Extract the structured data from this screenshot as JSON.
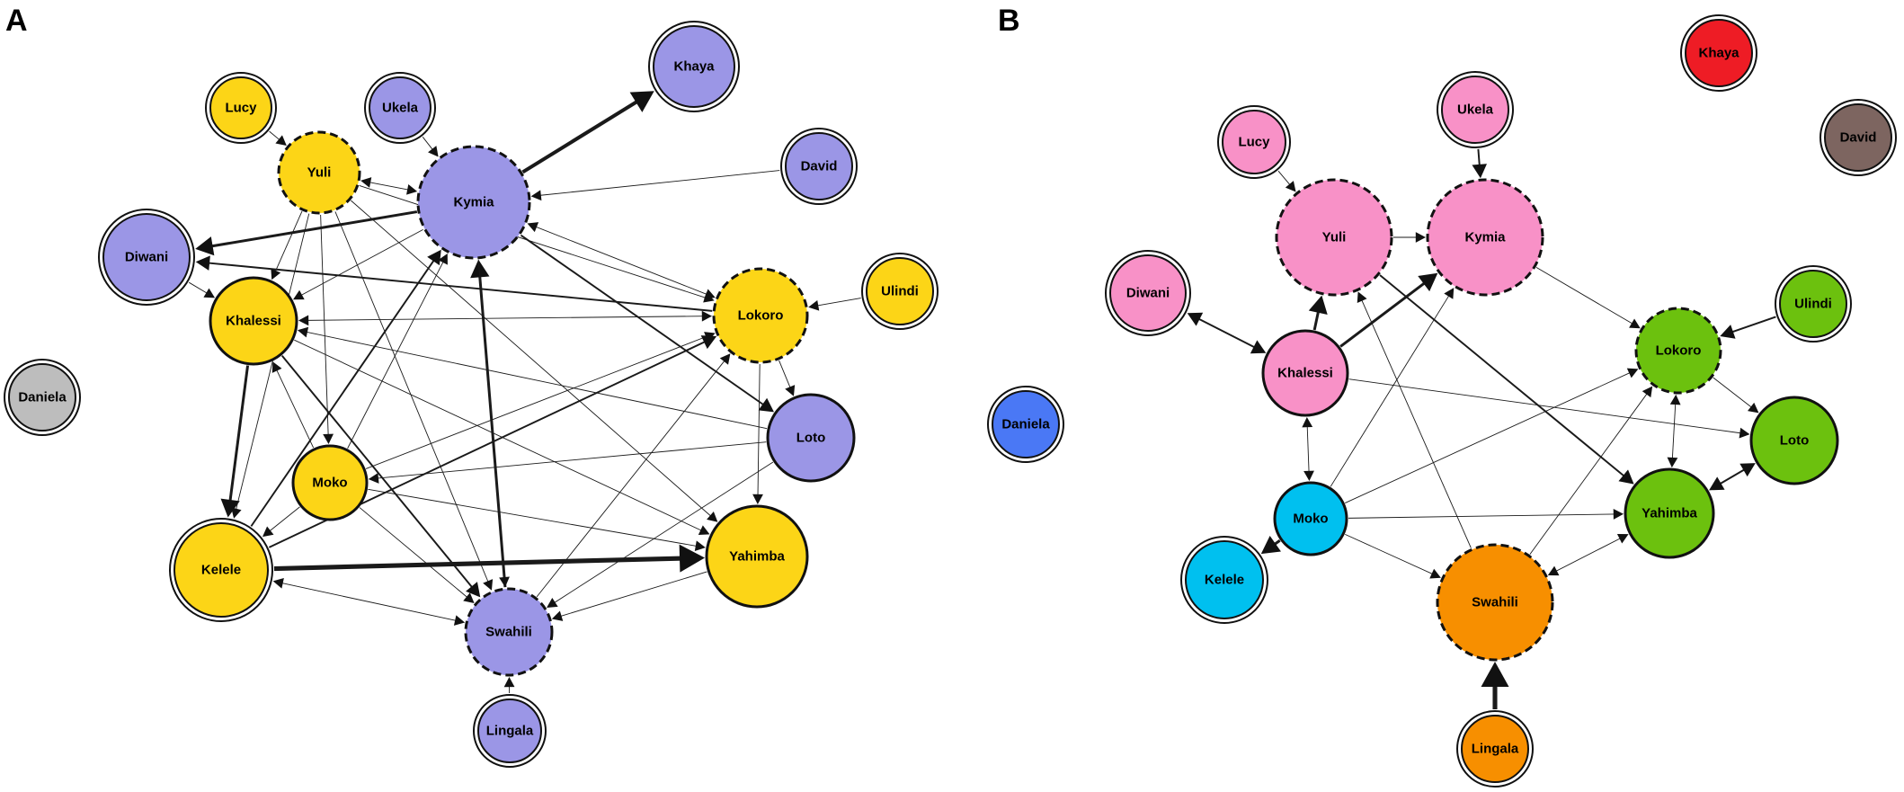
{
  "panels": [
    {
      "label": "A",
      "nodes": [
        {
          "id": "Khaya",
          "color": "#9b96e6",
          "border": "double"
        },
        {
          "id": "Lucy",
          "color": "#fcd517",
          "border": "double"
        },
        {
          "id": "Ukela",
          "color": "#9b96e6",
          "border": "double"
        },
        {
          "id": "Yuli",
          "color": "#fcd517",
          "border": "dashed"
        },
        {
          "id": "Kymia",
          "color": "#9b96e6",
          "border": "dashed"
        },
        {
          "id": "David",
          "color": "#9b96e6",
          "border": "double"
        },
        {
          "id": "Diwani",
          "color": "#9b96e6",
          "border": "double"
        },
        {
          "id": "Khalessi",
          "color": "#fcd517",
          "border": "solid"
        },
        {
          "id": "Lokoro",
          "color": "#fcd517",
          "border": "dashed"
        },
        {
          "id": "Ulindi",
          "color": "#fcd517",
          "border": "double"
        },
        {
          "id": "Daniela",
          "color": "#bdbdbd",
          "border": "double"
        },
        {
          "id": "Loto",
          "color": "#9b96e6",
          "border": "solid"
        },
        {
          "id": "Moko",
          "color": "#fcd517",
          "border": "solid"
        },
        {
          "id": "Kelele",
          "color": "#fcd517",
          "border": "double"
        },
        {
          "id": "Yahimba",
          "color": "#fcd517",
          "border": "solid"
        },
        {
          "id": "Swahili",
          "color": "#9b96e6",
          "border": "dashed"
        },
        {
          "id": "Lingala",
          "color": "#9b96e6",
          "border": "double"
        }
      ],
      "edges": [
        {
          "source": "Kymia",
          "target": "Khaya",
          "weight": 4
        },
        {
          "source": "Kymia",
          "target": "Diwani",
          "weight": 3
        },
        {
          "source": "Kelele",
          "target": "Yahimba",
          "weight": 5
        },
        {
          "source": "Swahili",
          "target": "Kymia",
          "weight": 3
        },
        {
          "source": "Khalessi",
          "target": "Kelele",
          "weight": 3
        },
        {
          "source": "Lokoro",
          "target": "Diwani",
          "weight": 2
        },
        {
          "source": "Kymia",
          "target": "Loto",
          "weight": 2
        },
        {
          "source": "Lucy",
          "target": "Yuli",
          "weight": 1
        },
        {
          "source": "Ukela",
          "target": "Kymia",
          "weight": 1
        },
        {
          "source": "David",
          "target": "Kymia",
          "weight": 1
        },
        {
          "source": "Ulindi",
          "target": "Lokoro",
          "weight": 1
        },
        {
          "source": "Diwani",
          "target": "Khalessi",
          "weight": 1
        },
        {
          "source": "Lokoro",
          "target": "Khalessi",
          "weight": 1,
          "bidirectional": true
        },
        {
          "source": "Yuli",
          "target": "Kymia",
          "weight": 1,
          "bidirectional": true
        },
        {
          "source": "Yuli",
          "target": "Khalessi",
          "weight": 1
        },
        {
          "source": "Yuli",
          "target": "Kelele",
          "weight": 1
        },
        {
          "source": "Yuli",
          "target": "Moko",
          "weight": 1
        },
        {
          "source": "Yuli",
          "target": "Swahili",
          "weight": 1
        },
        {
          "source": "Yuli",
          "target": "Lokoro",
          "weight": 1
        },
        {
          "source": "Yuli",
          "target": "Yahimba",
          "weight": 1
        },
        {
          "source": "Kymia",
          "target": "Lokoro",
          "weight": 1,
          "bidirectional": true
        },
        {
          "source": "Kymia",
          "target": "Khalessi",
          "weight": 1
        },
        {
          "source": "Moko",
          "target": "Kymia",
          "weight": 1
        },
        {
          "source": "Kelele",
          "target": "Kymia",
          "weight": 2
        },
        {
          "source": "Khalessi",
          "target": "Swahili",
          "weight": 2
        },
        {
          "source": "Khalessi",
          "target": "Yahimba",
          "weight": 1
        },
        {
          "source": "Loto",
          "target": "Khalessi",
          "weight": 1
        },
        {
          "source": "Moko",
          "target": "Khalessi",
          "weight": 1
        },
        {
          "source": "Moko",
          "target": "Lokoro",
          "weight": 1
        },
        {
          "source": "Kelele",
          "target": "Lokoro",
          "weight": 2
        },
        {
          "source": "Loto",
          "target": "Moko",
          "weight": 1
        },
        {
          "source": "Moko",
          "target": "Kelele",
          "weight": 1
        },
        {
          "source": "Moko",
          "target": "Swahili",
          "weight": 1
        },
        {
          "source": "Moko",
          "target": "Yahimba",
          "weight": 1
        },
        {
          "source": "Kelele",
          "target": "Swahili",
          "weight": 1,
          "bidirectional": true
        },
        {
          "source": "Swahili",
          "target": "Lokoro",
          "weight": 1
        },
        {
          "source": "Loto",
          "target": "Swahili",
          "weight": 1
        },
        {
          "source": "Yahimba",
          "target": "Swahili",
          "weight": 1
        },
        {
          "source": "Lokoro",
          "target": "Loto",
          "weight": 1
        },
        {
          "source": "Lokoro",
          "target": "Yahimba",
          "weight": 1
        },
        {
          "source": "Lingala",
          "target": "Swahili",
          "weight": 1
        },
        {
          "source": "Kymia",
          "target": "Swahili",
          "weight": 1
        }
      ]
    },
    {
      "label": "B",
      "nodes": [
        {
          "id": "Khaya",
          "color": "#ee1c25",
          "border": "double"
        },
        {
          "id": "Ukela",
          "color": "#f891c7",
          "border": "double"
        },
        {
          "id": "David",
          "color": "#7d6560",
          "border": "double"
        },
        {
          "id": "Lucy",
          "color": "#f891c7",
          "border": "double"
        },
        {
          "id": "Yuli",
          "color": "#f891c7",
          "border": "dashed"
        },
        {
          "id": "Kymia",
          "color": "#f891c7",
          "border": "dashed"
        },
        {
          "id": "Diwani",
          "color": "#f891c7",
          "border": "double"
        },
        {
          "id": "Ulindi",
          "color": "#6cc10e",
          "border": "double"
        },
        {
          "id": "Khalessi",
          "color": "#f891c7",
          "border": "solid"
        },
        {
          "id": "Lokoro",
          "color": "#6cc10e",
          "border": "dashed"
        },
        {
          "id": "Daniela",
          "color": "#4a78f5",
          "border": "double"
        },
        {
          "id": "Loto",
          "color": "#6cc10e",
          "border": "solid"
        },
        {
          "id": "Moko",
          "color": "#00c0ef",
          "border": "solid"
        },
        {
          "id": "Yahimba",
          "color": "#6cc10e",
          "border": "solid"
        },
        {
          "id": "Kelele",
          "color": "#00c0ef",
          "border": "double"
        },
        {
          "id": "Swahili",
          "color": "#f78f00",
          "border": "dashed"
        },
        {
          "id": "Lingala",
          "color": "#f78f00",
          "border": "double"
        }
      ],
      "edges": [
        {
          "source": "Ukela",
          "target": "Kymia",
          "weight": 2
        },
        {
          "source": "Lucy",
          "target": "Yuli",
          "weight": 1
        },
        {
          "source": "Yuli",
          "target": "Kymia",
          "weight": 1
        },
        {
          "source": "Khalessi",
          "target": "Yuli",
          "weight": 3
        },
        {
          "source": "Khalessi",
          "target": "Kymia",
          "weight": 3
        },
        {
          "source": "Diwani",
          "target": "Khalessi",
          "weight": 2,
          "bidirectional": true
        },
        {
          "source": "Ulindi",
          "target": "Lokoro",
          "weight": 2
        },
        {
          "source": "Khalessi",
          "target": "Loto",
          "weight": 1
        },
        {
          "source": "Khalessi",
          "target": "Moko",
          "weight": 1,
          "bidirectional": true
        },
        {
          "source": "Moko",
          "target": "Kelele",
          "weight": 3
        },
        {
          "source": "Moko",
          "target": "Kymia",
          "weight": 1
        },
        {
          "source": "Moko",
          "target": "Lokoro",
          "weight": 1
        },
        {
          "source": "Moko",
          "target": "Yahimba",
          "weight": 1
        },
        {
          "source": "Moko",
          "target": "Swahili",
          "weight": 1
        },
        {
          "source": "Swahili",
          "target": "Yuli",
          "weight": 1
        },
        {
          "source": "Swahili",
          "target": "Lokoro",
          "weight": 1
        },
        {
          "source": "Swahili",
          "target": "Yahimba",
          "weight": 1,
          "bidirectional": true
        },
        {
          "source": "Lingala",
          "target": "Swahili",
          "weight": 5
        },
        {
          "source": "Yuli",
          "target": "Yahimba",
          "weight": 2
        },
        {
          "source": "Kymia",
          "target": "Lokoro",
          "weight": 1
        },
        {
          "source": "Lokoro",
          "target": "Loto",
          "weight": 1
        },
        {
          "source": "Lokoro",
          "target": "Yahimba",
          "weight": 1,
          "bidirectional": true
        },
        {
          "source": "Yahimba",
          "target": "Loto",
          "weight": 2,
          "bidirectional": true
        }
      ]
    }
  ]
}
